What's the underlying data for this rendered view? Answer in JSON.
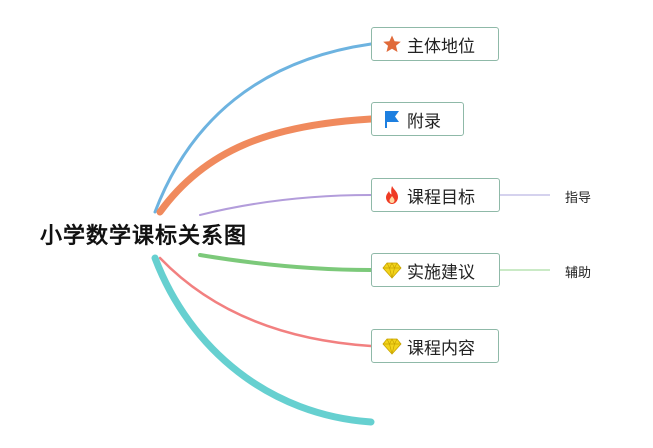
{
  "diagram": {
    "root": {
      "label": "小学数学课标关系图"
    },
    "topics": [
      {
        "label": "主体地位",
        "icon": "star-icon",
        "branch_color": "#6db3e0",
        "icon_color": "#e06a3a"
      },
      {
        "label": "附录",
        "icon": "flag-icon",
        "branch_color": "#f08a5d",
        "icon_color": "#1d7fe0"
      },
      {
        "label": "课程目标",
        "icon": "fire-icon",
        "branch_color": "#b39ddb",
        "icon_color": "#ef3b24"
      },
      {
        "label": "实施建议",
        "icon": "diamond-icon",
        "branch_color": "#7cc97a",
        "icon_color": "#f2d31b"
      },
      {
        "label": "课程内容",
        "icon": "diamond-icon",
        "branch_color": "#f28080",
        "icon_color": "#f2d31b"
      }
    ],
    "subtopics": [
      {
        "parent": "课程目标",
        "label": "指导",
        "line_color": "#c7c4e8"
      },
      {
        "parent": "实施建议",
        "label": "辅助",
        "line_color": "#b9e3b3"
      }
    ],
    "extra_branch_color": "#66d0d0",
    "topic_border_color": "#8fb9a8"
  }
}
